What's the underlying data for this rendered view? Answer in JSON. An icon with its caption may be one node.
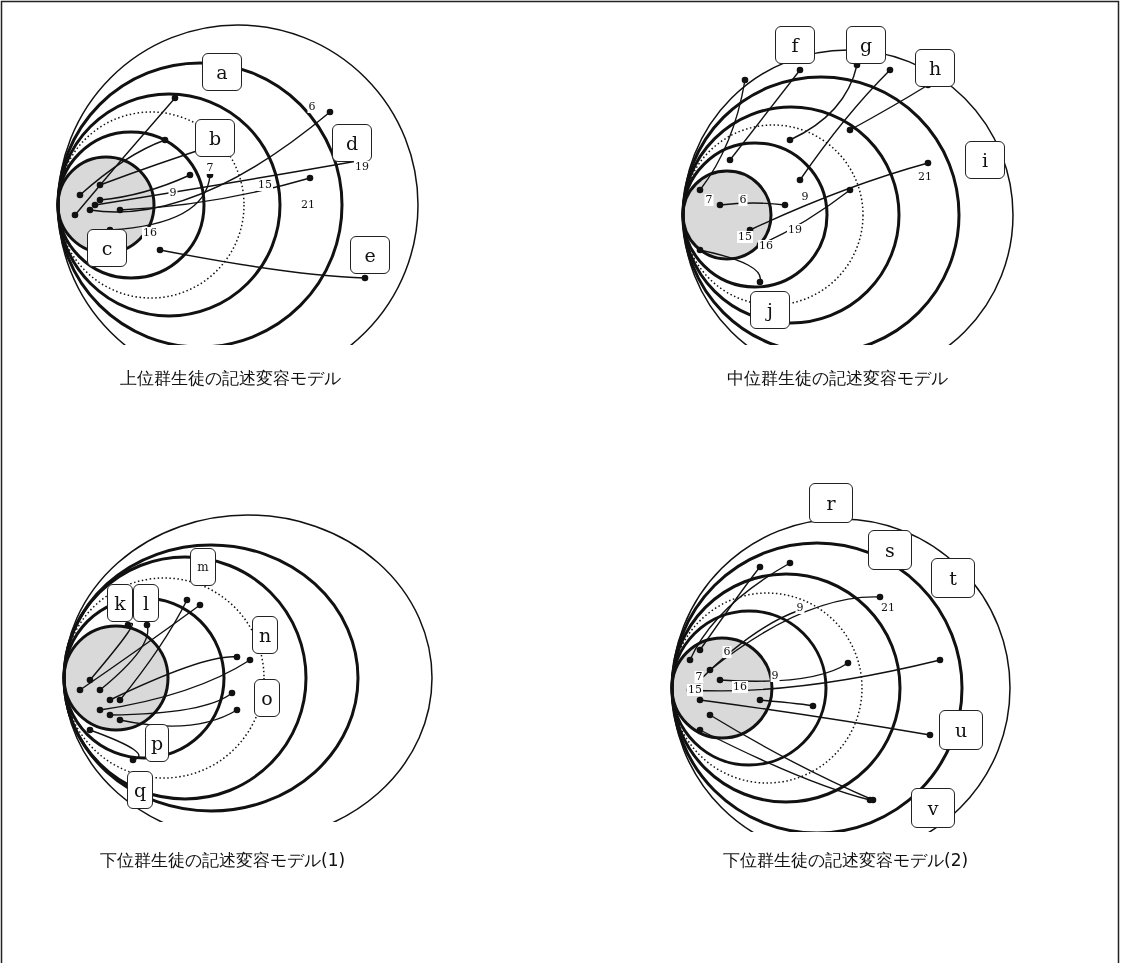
{
  "diagram": {
    "nodes": [
      {
        "text": [
          "a"
        ]
      },
      {
        "text": [
          "b"
        ]
      },
      {
        "text": [
          "c"
        ]
      },
      {
        "text": [
          "d"
        ]
      },
      {
        "text": [
          "e"
        ]
      },
      {
        "text": [
          "f"
        ]
      },
      {
        "text": [
          "g"
        ]
      },
      {
        "text": [
          "h"
        ]
      },
      {
        "text": [
          "i"
        ]
      },
      {
        "text": [
          "j"
        ]
      },
      {
        "text": [
          "k"
        ]
      },
      {
        "text": [
          "l"
        ]
      },
      {
        "text": [
          "m"
        ]
      },
      {
        "text": [
          "n"
        ]
      },
      {
        "text": [
          "o"
        ]
      },
      {
        "text": [
          "p"
        ]
      },
      {
        "text": [
          "q"
        ]
      },
      {
        "text": [
          "r"
        ]
      },
      {
        "text": [
          "s"
        ]
      },
      {
        "text": [
          "t"
        ]
      },
      {
        "text": [
          "u"
        ]
      },
      {
        "text": [
          "v"
        ]
      }
    ],
    "labels": [
      "6",
      "7",
      "9",
      "15",
      "16",
      "19",
      "21",
      "上位群生徒の記述変容モデル",
      "7",
      "6",
      "9",
      "15",
      "16",
      "19",
      "21",
      "中位群生徒の記述変容モデル",
      "下位群生徒の記述変容モデル(1)",
      "6",
      "9",
      "21",
      "7",
      "15",
      "16",
      "9",
      "下位群生徒の記述変容モデル(2)"
    ]
  }
}
